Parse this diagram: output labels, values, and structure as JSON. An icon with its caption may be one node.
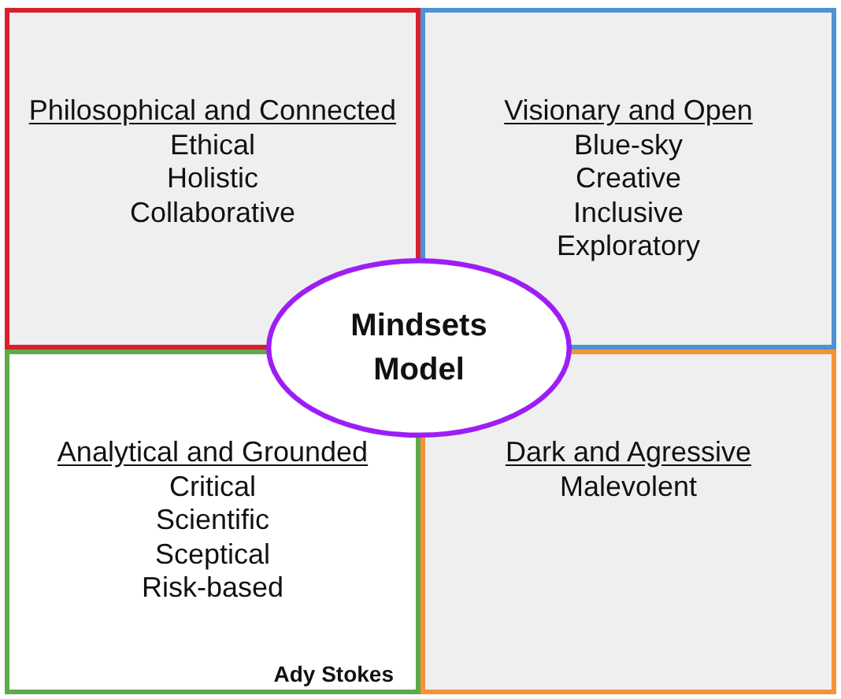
{
  "diagram": {
    "nodes": [
      {
        "text": [
          "Philosophical and Connected",
          "Ethical",
          "Holistic",
          "Collaborative"
        ]
      },
      {
        "text": [
          "Visionary and Open",
          "Blue-sky",
          "Creative",
          "Inclusive",
          "Exploratory"
        ]
      },
      {
        "text": [
          "Mindsets Model"
        ]
      },
      {
        "text": [
          "Analytical and Grounded",
          "Critical",
          "Scientific",
          "Sceptical",
          "Risk-based"
        ]
      },
      {
        "text": [
          "Dark and Agressive",
          "Malevolent"
        ]
      }
    ],
    "labels": [
      "Ady Stokes"
    ]
  }
}
